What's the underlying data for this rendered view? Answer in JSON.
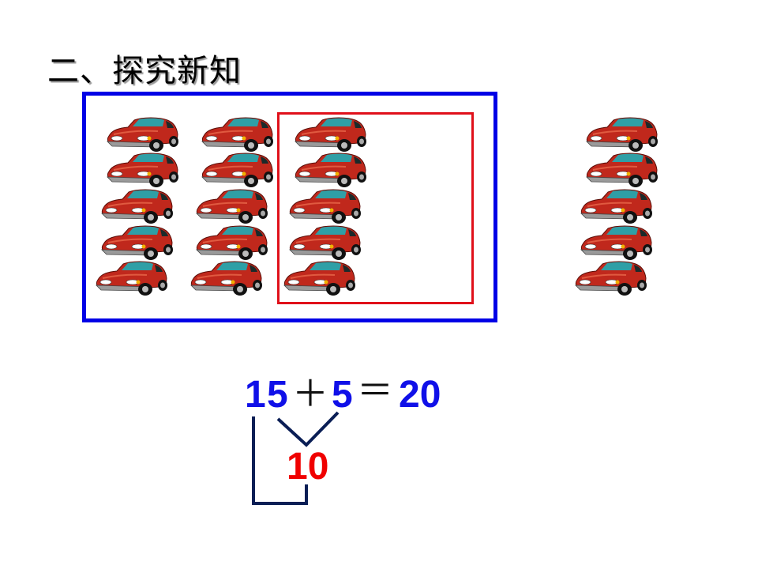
{
  "title": "二、探究新知",
  "colors": {
    "outer_box": "#0000e6",
    "inner_box": "#e0101a",
    "equation_numbers": "#1010e8",
    "split_result": "#f00000",
    "bracket_lines": "#0a1e55",
    "car_body": "#c0281c"
  },
  "groups": {
    "left_group": {
      "label": "cars in blue box",
      "columns": 3,
      "rows": 5,
      "count": 15
    },
    "right_group": {
      "label": "separate cars",
      "columns": 1,
      "rows": 5,
      "count": 5
    }
  },
  "equation": {
    "addend1_tens": "1",
    "addend1_ones": "5",
    "plus": "＋",
    "addend2": "5",
    "equals": "＝",
    "sum": "20",
    "split_result": "10"
  }
}
